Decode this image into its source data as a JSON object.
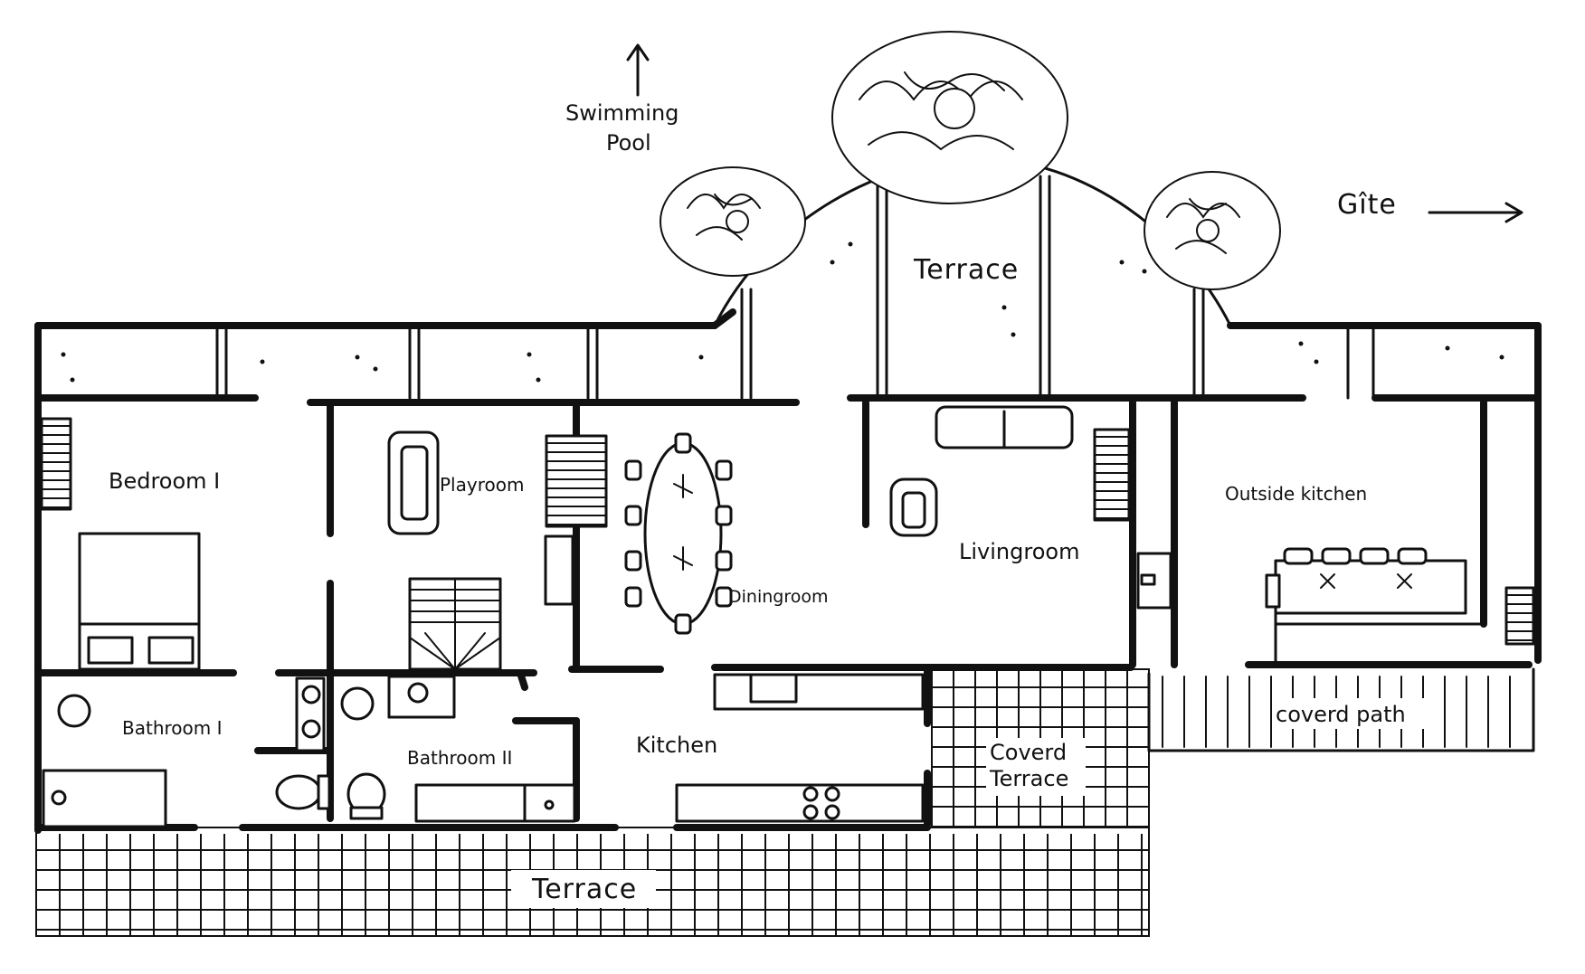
{
  "labels": {
    "swimming_pool_line1": "Swimming",
    "swimming_pool_line2": "Pool",
    "gite": "Gîte",
    "terrace_top": "Terrace",
    "bedroom_1": "Bedroom I",
    "playroom": "Playroom",
    "diningroom": "Diningroom",
    "livingroom": "Livingroom",
    "outside_kitchen": "Outside kitchen",
    "bathroom_1": "Bathroom I",
    "bathroom_2": "Bathroom II",
    "kitchen": "Kitchen",
    "covered_terrace_line1": "Coverd",
    "covered_terrace_line2": "Terrace",
    "covered_path": "coverd path",
    "terrace_bottom": "Terrace"
  },
  "colors": {
    "ink": "#111111",
    "paper": "#ffffff"
  }
}
